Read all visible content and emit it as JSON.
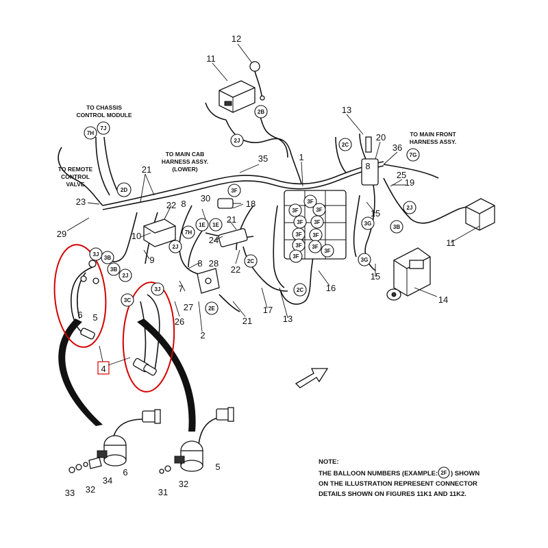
{
  "reference_labels": {
    "chassis": [
      "TO CHASSIS",
      "CONTROL MODULE"
    ],
    "remote": [
      "TO REMOTE",
      "CONTROL",
      "VALVE"
    ],
    "main_cab": [
      "TO MAIN CAB",
      "HARNESS ASSY.",
      "(LOWER)"
    ],
    "main_front": [
      "TO MAIN FRONT",
      "HARNESS ASSY."
    ]
  },
  "note": {
    "title": "NOTE:",
    "line1": "THE BALLOON NUMBERS (EXAMPLE:",
    "example": "2F",
    "line1_end": ") SHOWN",
    "line2": "ON THE ILLUSTRATION REPRESENT CONNECTOR",
    "line3": "DETAILS SHOWN ON FIGURES 11K1 AND 11K2."
  },
  "item_numbers": {
    "n1": "1",
    "n2": "2",
    "n4": "4",
    "n5a": "5",
    "n5b": "5",
    "n6a": "6",
    "n6b": "6",
    "n7": "7",
    "n8a": "8",
    "n8b": "8",
    "n8c": "8",
    "n9": "9",
    "n10": "10",
    "n11a": "11",
    "n11b": "11",
    "n12": "12",
    "n13a": "13",
    "n13b": "13",
    "n14": "14",
    "n15a": "15",
    "n15b": "15",
    "n16": "16",
    "n17": "17",
    "n18": "18",
    "n19": "19",
    "n20": "20",
    "n21a": "21",
    "n21b": "21",
    "n21c": "21",
    "n22a": "22",
    "n22b": "22",
    "n23": "23",
    "n24": "24",
    "n25": "25",
    "n26": "26",
    "n27": "27",
    "n28": "28",
    "n29": "29",
    "n30": "30",
    "n31": "31",
    "n32a": "32",
    "n32b": "32",
    "n33": "33",
    "n34": "34",
    "n35": "35",
    "n36": "36"
  },
  "balloons": {
    "b2B": "2B",
    "b2J_top": "2J",
    "b7H": "7H",
    "b7J": "7J",
    "b2D": "2D",
    "b2C_top": "2C",
    "b7G": "7G",
    "b3F_a": "3F",
    "b1E_a": "1E",
    "b1E_b": "1E",
    "b7H_b": "7H",
    "b2J_b": "2J",
    "b3F_1": "3F",
    "b3F_2": "3F",
    "b3F_3": "3F",
    "b3F_4": "3F",
    "b3F_5": "3F",
    "b3F_6": "3F",
    "b3F_7": "3F",
    "b3F_8": "3F",
    "b3F_9": "3F",
    "b3F_10": "3F",
    "b3F_11": "3F",
    "b3G_a": "3G",
    "b3G_b": "3G",
    "b3B_r": "3B",
    "b2J_r": "2J",
    "b2C_m": "2C",
    "b2C_b": "2C",
    "b2E": "2E",
    "b3J_top": "3J",
    "b3B_l": "3B",
    "b3B_l2": "3B",
    "b2J_l": "2J",
    "b3C": "3C",
    "b3J_mid": "3J"
  }
}
